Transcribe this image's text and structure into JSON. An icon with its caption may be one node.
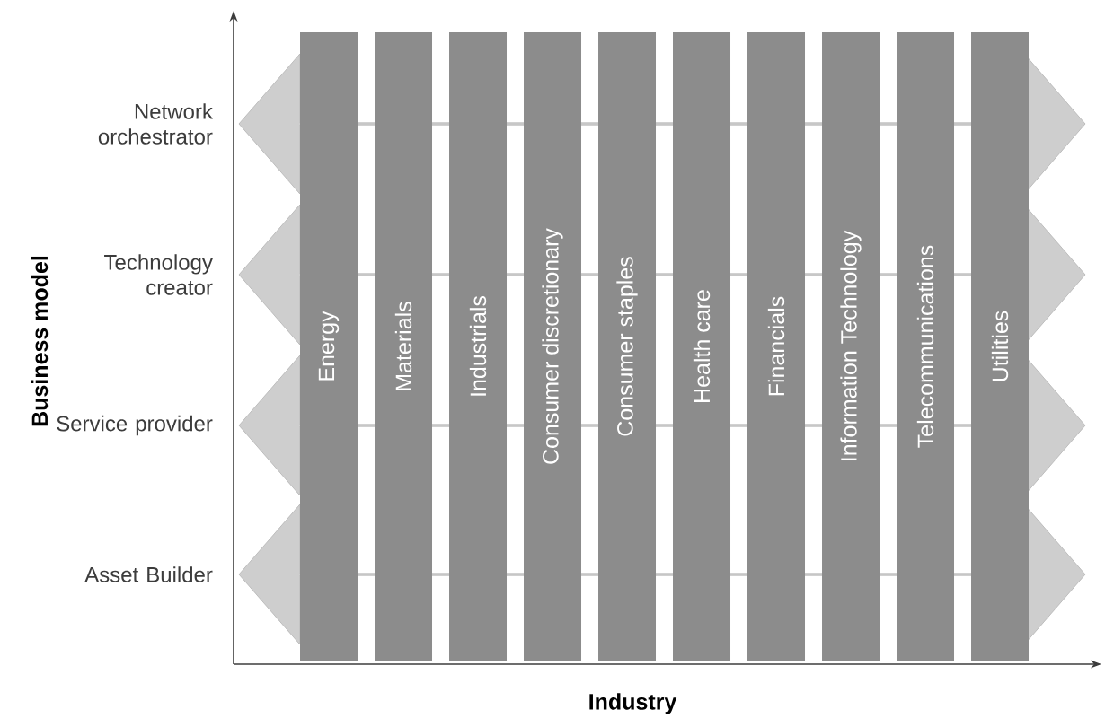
{
  "diagram": {
    "nodes": [
      {
        "text": [
          "Network orchestrator"
        ]
      },
      {
        "text": [
          "Technology creator"
        ]
      },
      {
        "text": [
          "Service provider"
        ]
      },
      {
        "text": [
          "Asset Builder"
        ]
      },
      {
        "text": [
          "Energy"
        ]
      },
      {
        "text": [
          "Materials"
        ]
      },
      {
        "text": [
          "Industrials"
        ]
      },
      {
        "text": [
          "Consumer discretionary"
        ]
      },
      {
        "text": [
          "Consumer staples"
        ]
      },
      {
        "text": [
          "Health care"
        ]
      },
      {
        "text": [
          "Financials"
        ]
      },
      {
        "text": [
          "Information Technology"
        ]
      },
      {
        "text": [
          "Telecommunications"
        ]
      },
      {
        "text": [
          "Utilities"
        ]
      }
    ],
    "labels": [
      "Business model",
      "Industry"
    ]
  }
}
